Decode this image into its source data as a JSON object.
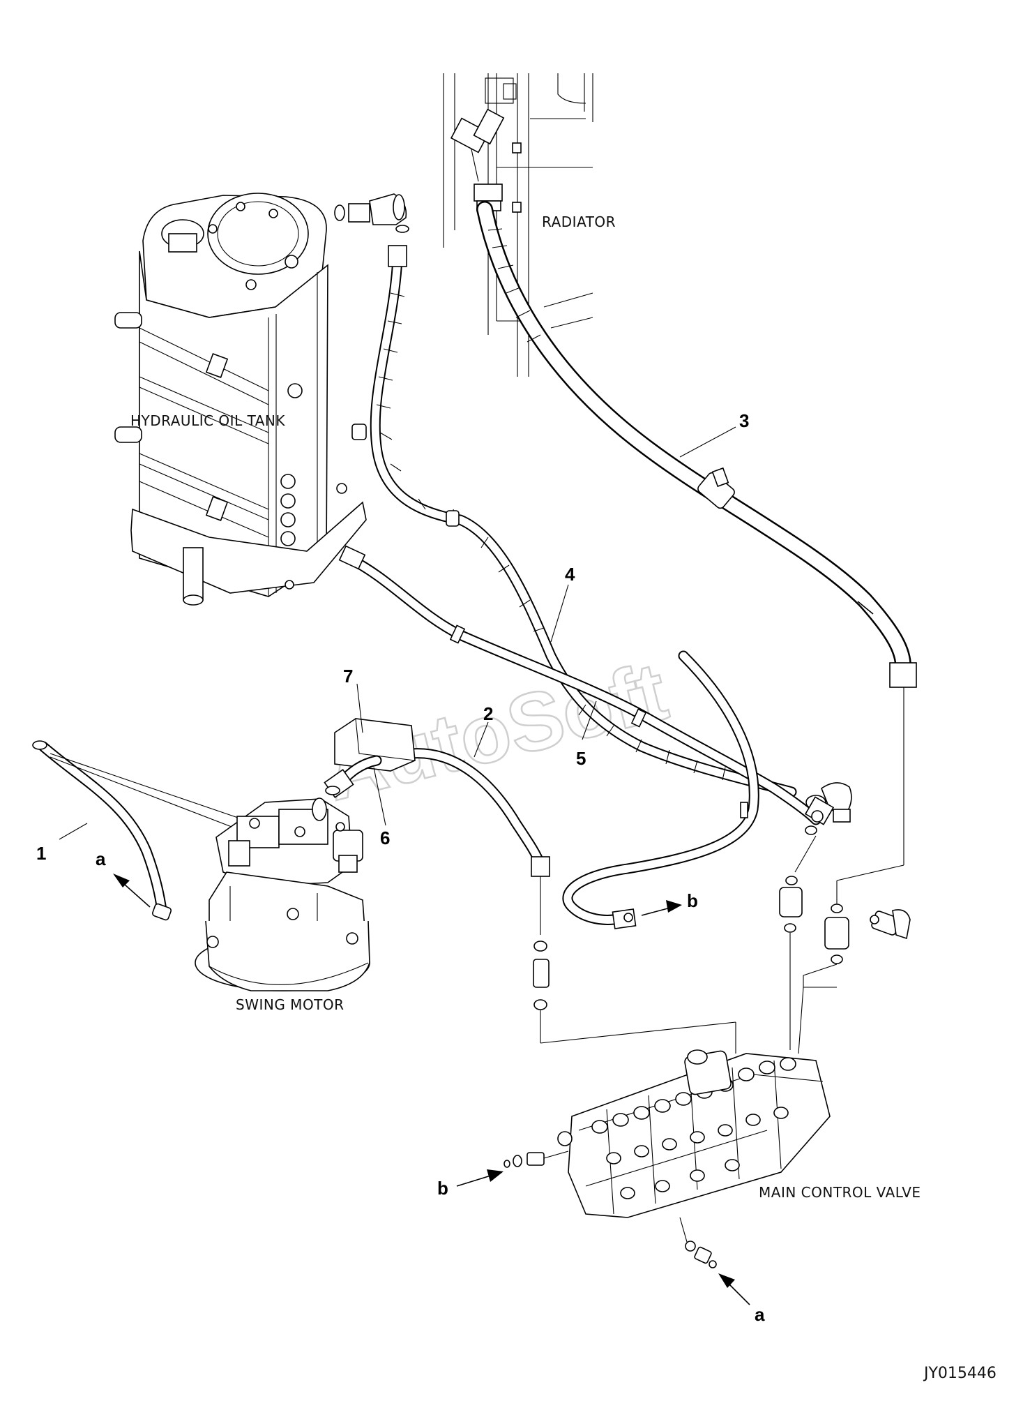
{
  "labels": {
    "radiator": "RADIATOR",
    "hydraulic_oil_tank": "HYDRAULIC OIL TANK",
    "swing_motor": "SWING MOTOR",
    "main_control_valve": "MAIN CONTROL VALVE"
  },
  "callouts": {
    "n1": "1",
    "n2": "2",
    "n3": "3",
    "n4": "4",
    "n5": "5",
    "n6": "6",
    "n7": "7"
  },
  "connection_marks": {
    "a_upper": "a",
    "b_upper": "b",
    "b_lower": "b",
    "a_lower": "a"
  },
  "drawing_code": "JY015446",
  "watermark": "AutoSoft"
}
